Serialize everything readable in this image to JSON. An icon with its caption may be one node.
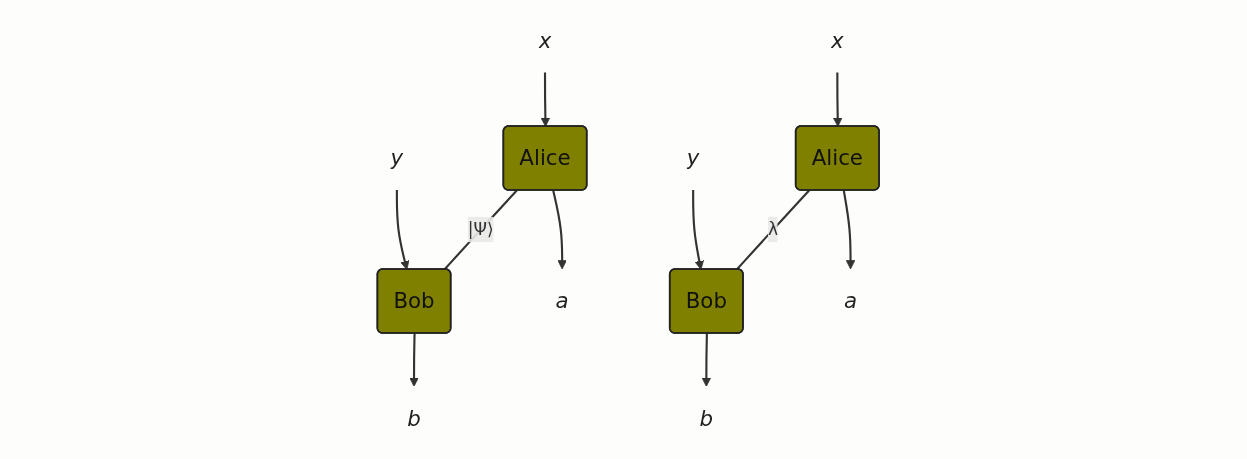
{
  "diagram": {
    "nodes": [
      {
        "text": [
          "x"
        ]
      },
      {
        "text": [
          "y"
        ]
      },
      {
        "text": [
          "Alice"
        ]
      },
      {
        "text": [
          "Bob"
        ]
      },
      {
        "text": [
          "a"
        ]
      },
      {
        "text": [
          "b"
        ]
      },
      {
        "text": [
          "x"
        ]
      },
      {
        "text": [
          "y"
        ]
      },
      {
        "text": [
          "Alice"
        ]
      },
      {
        "text": [
          "Bob"
        ]
      },
      {
        "text": [
          "a"
        ]
      },
      {
        "text": [
          "b"
        ]
      }
    ],
    "edges": [
      {
        "from": 0,
        "to": 2,
        "arrow": "to"
      },
      {
        "from": 1,
        "to": 3,
        "arrow": "to"
      },
      {
        "from": 2,
        "to": 3,
        "arrow": "none",
        "label": "|Ψ⟩"
      },
      {
        "from": 2,
        "to": 4,
        "arrow": "to"
      },
      {
        "from": 3,
        "to": 5,
        "arrow": "to"
      },
      {
        "from": 6,
        "to": 8,
        "arrow": "to"
      },
      {
        "from": 7,
        "to": 9,
        "arrow": "to"
      },
      {
        "from": 8,
        "to": 9,
        "arrow": "none",
        "label": "λ"
      },
      {
        "from": 8,
        "to": 10,
        "arrow": "to"
      },
      {
        "from": 9,
        "to": 11,
        "arrow": "to"
      }
    ]
  }
}
